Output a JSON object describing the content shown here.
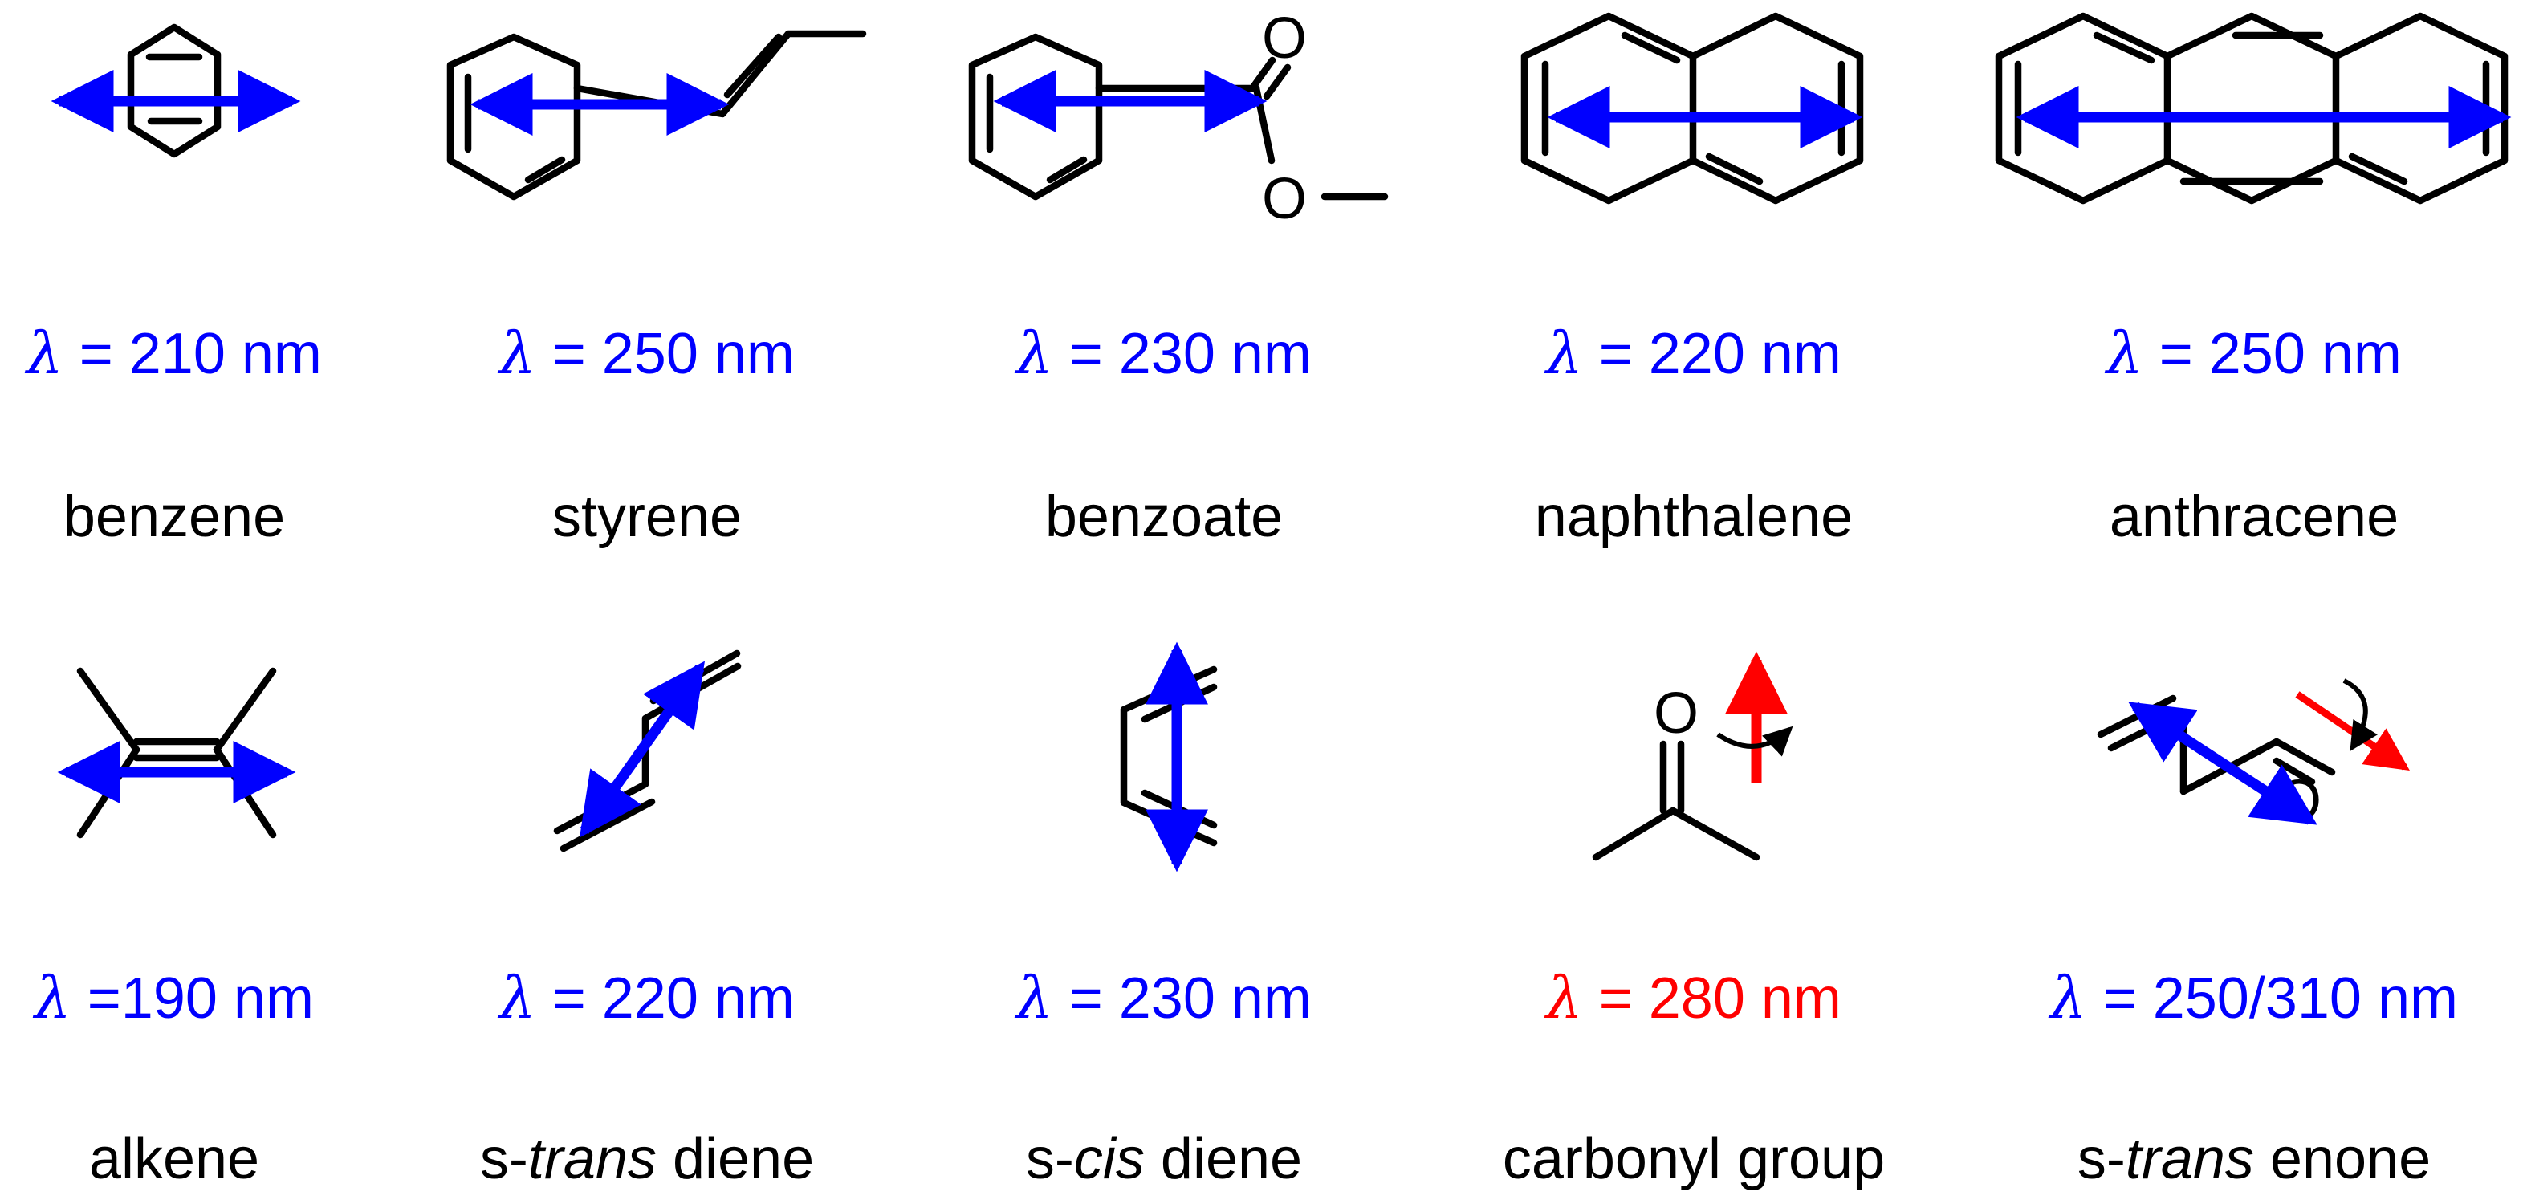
{
  "colors": {
    "bond": "#000000",
    "transition_blue": "#0000FF",
    "transition_red": "#FF0000",
    "text": "#000000"
  },
  "atom_label": "O",
  "lambda_symbol": "λ",
  "molecules": [
    {
      "id": "benzene",
      "name_parts": [
        {
          "text": "benzene",
          "italic": false
        }
      ],
      "lambda_text": " = 210 nm",
      "color": "blue"
    },
    {
      "id": "styrene",
      "name_parts": [
        {
          "text": "styrene",
          "italic": false
        }
      ],
      "lambda_text": " = 250 nm",
      "color": "blue"
    },
    {
      "id": "benzoate",
      "name_parts": [
        {
          "text": "benzoate",
          "italic": false
        }
      ],
      "lambda_text": " = 230 nm",
      "color": "blue"
    },
    {
      "id": "naphthalene",
      "name_parts": [
        {
          "text": "naphthalene",
          "italic": false
        }
      ],
      "lambda_text": " = 220 nm",
      "color": "blue"
    },
    {
      "id": "anthracene",
      "name_parts": [
        {
          "text": "anthracene",
          "italic": false
        }
      ],
      "lambda_text": " = 250 nm",
      "color": "blue"
    },
    {
      "id": "alkene",
      "name_parts": [
        {
          "text": "alkene",
          "italic": false
        }
      ],
      "lambda_text": " =190 nm",
      "color": "blue"
    },
    {
      "id": "s-trans-diene",
      "name_parts": [
        {
          "text": "s-",
          "italic": false
        },
        {
          "text": "trans",
          "italic": true
        },
        {
          "text": " diene",
          "italic": false
        }
      ],
      "lambda_text": " = 220 nm",
      "color": "blue"
    },
    {
      "id": "s-cis-diene",
      "name_parts": [
        {
          "text": "s-",
          "italic": false
        },
        {
          "text": "cis",
          "italic": true
        },
        {
          "text": " diene",
          "italic": false
        }
      ],
      "lambda_text": " = 230 nm",
      "color": "blue"
    },
    {
      "id": "carbonyl-group",
      "name_parts": [
        {
          "text": "carbonyl group",
          "italic": false
        }
      ],
      "lambda_text": " = 280 nm",
      "color": "red"
    },
    {
      "id": "s-trans-enone",
      "name_parts": [
        {
          "text": "s-",
          "italic": false
        },
        {
          "text": "trans",
          "italic": true
        },
        {
          "text": " enone",
          "italic": false
        }
      ],
      "lambda_text": " = 250/310 nm",
      "color": "blue"
    }
  ]
}
